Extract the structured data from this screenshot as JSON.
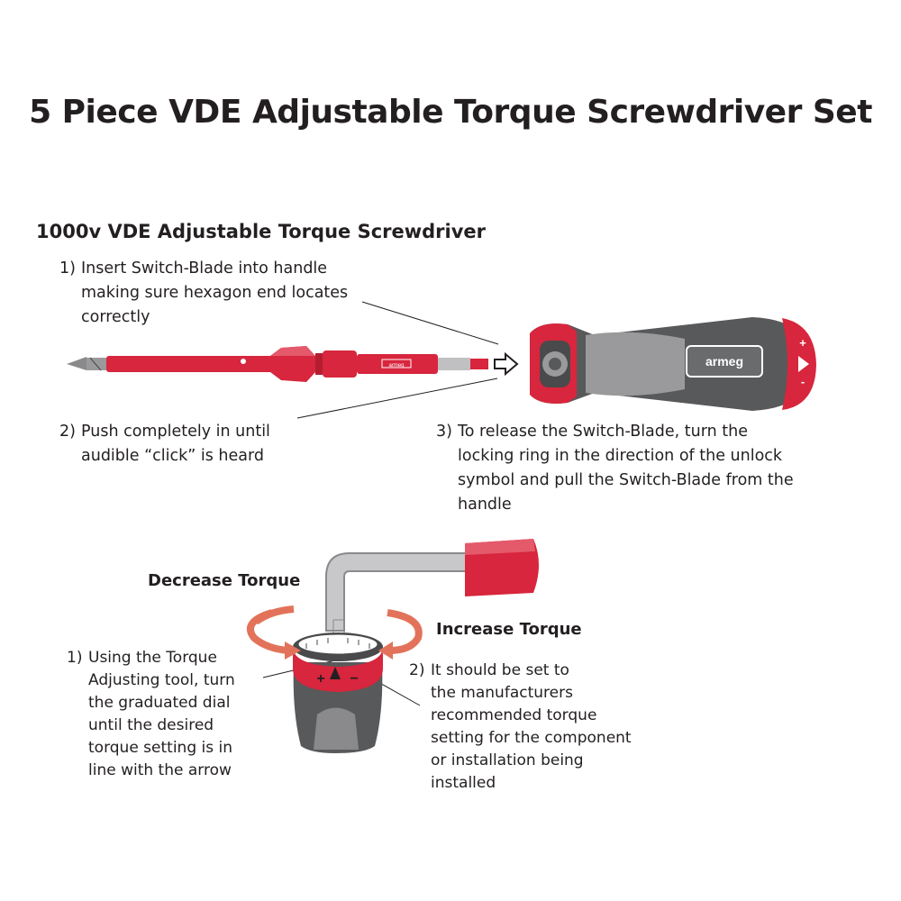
{
  "title": "5 Piece VDE Adjustable Torque Screwdriver Set",
  "subtitle": "1000v VDE Adjustable Torque Screwdriver",
  "brand_label": "armeg",
  "blade_label": "armeg",
  "handle_symbols": {
    "plus": "+",
    "minus": "-"
  },
  "dial_symbols": {
    "plus": "+",
    "minus": "−"
  },
  "insert_steps": [
    {
      "num": "1)",
      "lines": [
        "Insert Switch-Blade into handle",
        "making sure hexagon end locates",
        "correctly"
      ]
    },
    {
      "num": "2)",
      "lines": [
        "Push completely in until",
        "audible “click” is heard"
      ]
    },
    {
      "num": "3)",
      "lines": [
        "To release the Switch-Blade, turn the",
        "locking ring in the direction of the unlock",
        "symbol and pull the Switch-Blade from the",
        "handle"
      ]
    }
  ],
  "torque": {
    "decrease_label": "Decrease Torque",
    "increase_label": "Increase Torque",
    "steps": [
      {
        "num": "1)",
        "lines": [
          "Using the Torque",
          "Adjusting tool, turn",
          "the graduated dial",
          "until the desired",
          "torque setting is in",
          "line with the arrow"
        ]
      },
      {
        "num": "2)",
        "lines": [
          "It should be set to",
          "the manufacturers",
          "recommended torque",
          "setting for the component",
          "or installation being",
          "installed"
        ]
      }
    ]
  },
  "colors": {
    "red": "#d7263d",
    "dark_grey": "#58595b",
    "grey": "#9a9a9c",
    "arrow_orange": "#e2735a"
  }
}
